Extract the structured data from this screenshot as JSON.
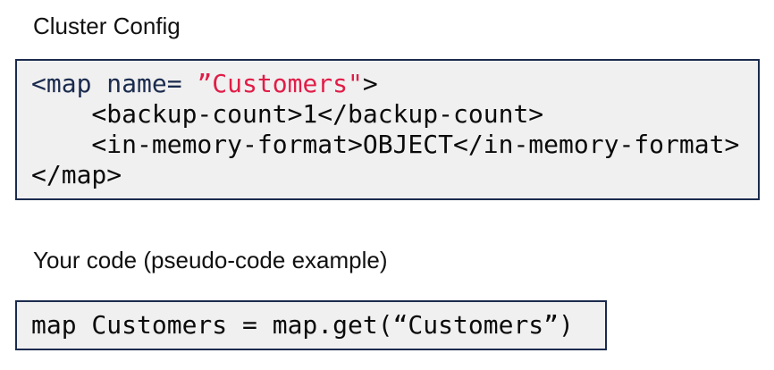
{
  "colors": {
    "navy": "#1b2b4e",
    "red": "#e11d48",
    "code_background": "#f0f0f0",
    "code_text": "#0b0b0b",
    "heading_text": "#111111",
    "page_background": "#ffffff"
  },
  "sections": {
    "cluster_config": {
      "heading": "Cluster Config",
      "code": {
        "line1_tag_open": "<map name= ",
        "line1_attr_value": "”Customers\"",
        "line1_tag_close": ">",
        "line2": "    <backup-count>1</backup-count>",
        "line3": "    <in-memory-format>OBJECT</in-memory-format>",
        "line4": "</map>"
      }
    },
    "your_code": {
      "heading": "Your code (pseudo-code example)",
      "code": "map Customers = map.get(“Customers”)"
    }
  }
}
